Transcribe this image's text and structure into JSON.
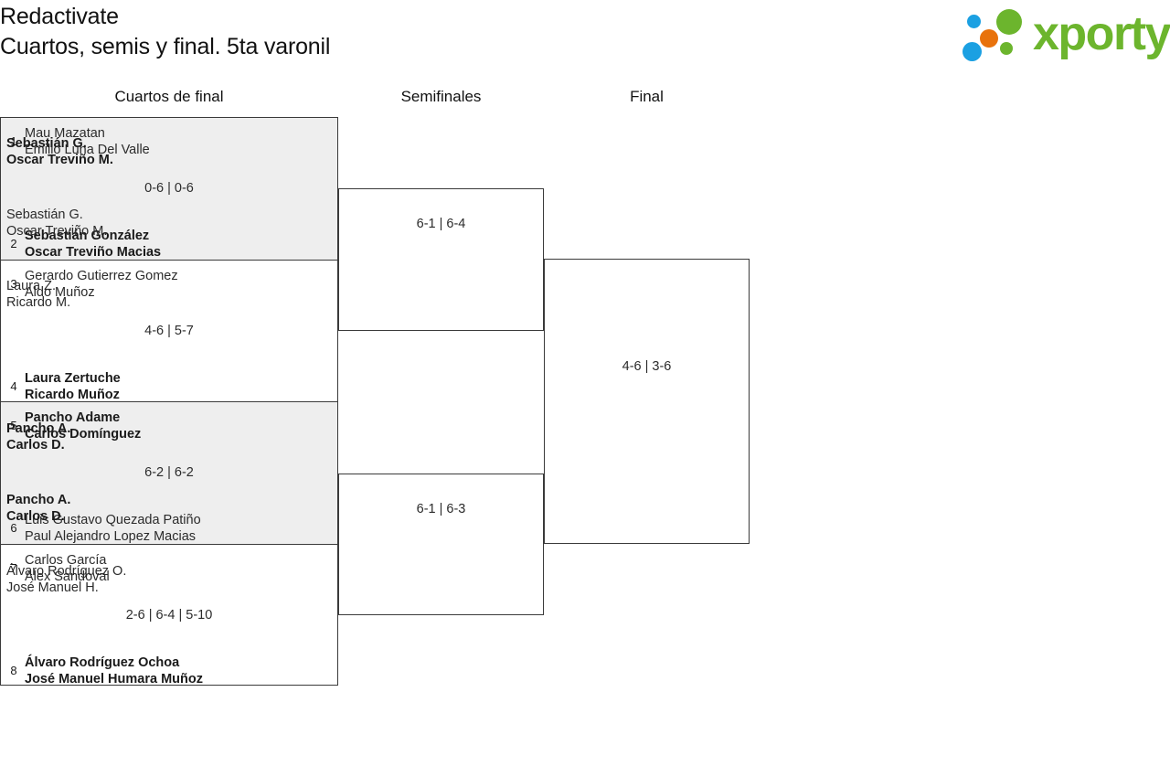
{
  "header": {
    "title": "Redactivate",
    "subtitle": "Cuartos, semis y final. 5ta varonil"
  },
  "logo": {
    "wordmark": "xporty",
    "colors": {
      "green": "#6cb52d",
      "blue": "#1ba0e2",
      "orange": "#e8720c"
    },
    "dots": [
      {
        "name": "dot-blue-small",
        "color": "#1ba0e2"
      },
      {
        "name": "dot-orange",
        "color": "#e8720c"
      },
      {
        "name": "dot-green-large",
        "color": "#6cb52d"
      },
      {
        "name": "dot-blue-large",
        "color": "#1ba0e2"
      },
      {
        "name": "dot-green-small",
        "color": "#6cb52d"
      }
    ]
  },
  "rounds": {
    "quarterfinals_label": "Cuartos de final",
    "semifinals_label": "Semifinales",
    "final_label": "Final"
  },
  "bracket": {
    "quarterfinals": [
      {
        "shaded": true,
        "score": "0-6 | 0-6",
        "top": {
          "seed": "1",
          "players": [
            "Mau Mazatan",
            "Emilio Luna Del Valle"
          ],
          "winner": false
        },
        "bottom": {
          "seed": "2",
          "players": [
            "Sebastián González",
            "Oscar Treviño Macias"
          ],
          "winner": true
        }
      },
      {
        "shaded": false,
        "score": "4-6 | 5-7",
        "top": {
          "seed": "3",
          "players": [
            "Gerardo Gutierrez Gomez",
            "Aldo Muñoz"
          ],
          "winner": false
        },
        "bottom": {
          "seed": "4",
          "players": [
            "Laura Zertuche",
            "Ricardo Muñoz"
          ],
          "winner": true
        }
      },
      {
        "shaded": true,
        "score": "6-2 | 6-2",
        "top": {
          "seed": "5",
          "players": [
            "Pancho Adame",
            "Carlos Domínguez"
          ],
          "winner": true
        },
        "bottom": {
          "seed": "6",
          "players": [
            "Luis Gustavo Quezada Patiño",
            "Paul Alejandro Lopez Macias"
          ],
          "winner": false
        }
      },
      {
        "shaded": false,
        "score": "2-6 | 6-4 | 5-10",
        "top": {
          "seed": "7",
          "players": [
            "Carlos García",
            "Alex Sandoval"
          ],
          "winner": false
        },
        "bottom": {
          "seed": "8",
          "players": [
            "Álvaro Rodríguez Ochoa",
            "José Manuel Humara Muñoz"
          ],
          "winner": true
        }
      }
    ],
    "semifinals": [
      {
        "score": "6-1 | 6-4",
        "top": {
          "players": [
            "Sebastián G.",
            "Oscar Treviño M."
          ],
          "winner": true
        },
        "bottom": {
          "players": [
            "Laura Z.",
            "Ricardo M."
          ],
          "winner": false
        }
      },
      {
        "score": "6-1 | 6-3",
        "top": {
          "players": [
            "Pancho A.",
            "Carlos D."
          ],
          "winner": true
        },
        "bottom": {
          "players": [
            "Álvaro Rodríguez O.",
            "José Manuel H."
          ],
          "winner": false
        }
      }
    ],
    "final": {
      "score": "4-6 | 3-6",
      "top": {
        "players": [
          "Sebastián G.",
          "Oscar Treviño M."
        ],
        "winner": false
      },
      "bottom": {
        "players": [
          "Pancho A.",
          "Carlos D."
        ],
        "winner": true
      }
    }
  }
}
